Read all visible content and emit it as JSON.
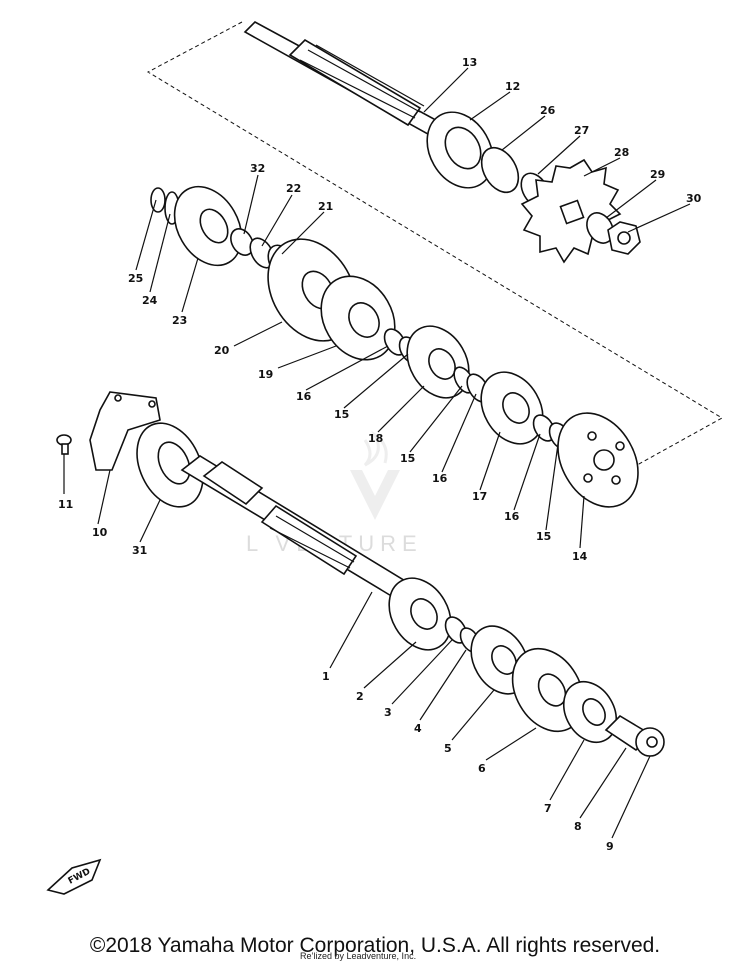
{
  "diagram": {
    "watermark": "L    VENTURE",
    "front_marker": "FWD",
    "labels": [
      "13",
      "12",
      "26",
      "27",
      "28",
      "29",
      "30",
      "32",
      "22",
      "21",
      "25",
      "24",
      "23",
      "20",
      "19",
      "16",
      "15",
      "18",
      "15",
      "16",
      "17",
      "16",
      "15",
      "14",
      "11",
      "10",
      "31",
      "1",
      "2",
      "3",
      "4",
      "5",
      "6",
      "7",
      "8",
      "9"
    ]
  },
  "footer": {
    "copyright": "©2018 Yamaha Motor Corporation, U.S.A. All rights reserved.",
    "credit": "Re’lized by Leadventure, Inc."
  }
}
